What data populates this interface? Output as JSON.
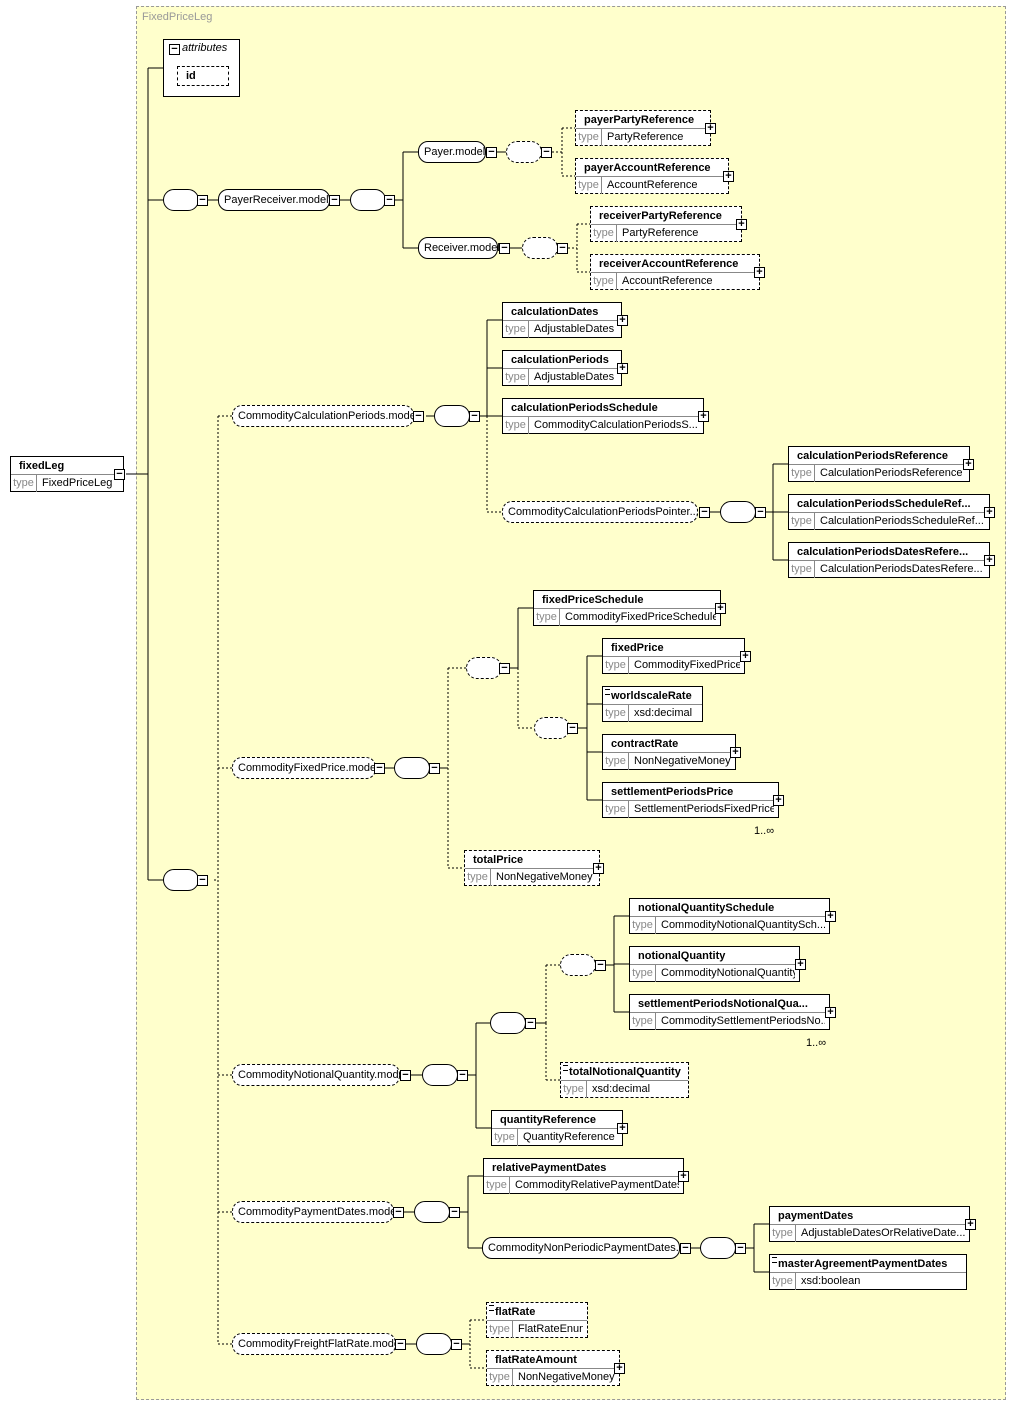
{
  "group_title": "FixedPriceLeg",
  "type_keyword": "type",
  "root": {
    "name": "fixedLeg",
    "type": "FixedPriceLeg"
  },
  "attributes": {
    "label": "attributes",
    "id": "id"
  },
  "groups": {
    "payer_receiver": "PayerReceiver.model",
    "payer": "Payer.model",
    "receiver": "Receiver.model",
    "calc_periods": "CommodityCalculationPeriods.model",
    "calc_pointer": "CommodityCalculationPeriodsPointer....",
    "fixed_price": "CommodityFixedPrice.model",
    "notional": "CommodityNotionalQuantity.model",
    "payment_dates": "CommodityPaymentDates.model",
    "non_periodic": "CommodityNonPeriodicPaymentDates....",
    "freight": "CommodityFreightFlatRate.model"
  },
  "elements": {
    "payerPartyReference": {
      "name": "payerPartyReference",
      "type": "PartyReference"
    },
    "payerAccountReference": {
      "name": "payerAccountReference",
      "type": "AccountReference"
    },
    "receiverPartyReference": {
      "name": "receiverPartyReference",
      "type": "PartyReference"
    },
    "receiverAccountReference": {
      "name": "receiverAccountReference",
      "type": "AccountReference"
    },
    "calculationDates": {
      "name": "calculationDates",
      "type": "AdjustableDates"
    },
    "calculationPeriods": {
      "name": "calculationPeriods",
      "type": "AdjustableDates"
    },
    "calculationPeriodsSchedule": {
      "name": "calculationPeriodsSchedule",
      "type": "CommodityCalculationPeriodsS..."
    },
    "calculationPeriodsReference": {
      "name": "calculationPeriodsReference",
      "type": "CalculationPeriodsReference"
    },
    "calculationPeriodsScheduleRef": {
      "name": "calculationPeriodsScheduleRef...",
      "type": "CalculationPeriodsScheduleRef..."
    },
    "calculationPeriodsDatesRef": {
      "name": "calculationPeriodsDatesRefere...",
      "type": "CalculationPeriodsDatesRefere..."
    },
    "fixedPriceSchedule": {
      "name": "fixedPriceSchedule",
      "type": "CommodityFixedPriceSchedule"
    },
    "fixedPrice": {
      "name": "fixedPrice",
      "type": "CommodityFixedPrice"
    },
    "worldscaleRate": {
      "name": "worldscaleRate",
      "type": "xsd:decimal"
    },
    "contractRate": {
      "name": "contractRate",
      "type": "NonNegativeMoney"
    },
    "settlementPeriodsPrice": {
      "name": "settlementPeriodsPrice",
      "type": "SettlementPeriodsFixedPrice"
    },
    "totalPrice": {
      "name": "totalPrice",
      "type": "NonNegativeMoney"
    },
    "notionalQuantitySchedule": {
      "name": "notionalQuantitySchedule",
      "type": "CommodityNotionalQuantitySch..."
    },
    "notionalQuantity": {
      "name": "notionalQuantity",
      "type": "CommodityNotionalQuantity"
    },
    "settlementPeriodsNotionalQuantity": {
      "name": "settlementPeriodsNotionalQua...",
      "type": "CommoditySettlementPeriodsNo..."
    },
    "totalNotionalQuantity": {
      "name": "totalNotionalQuantity",
      "type": "xsd:decimal"
    },
    "quantityReference": {
      "name": "quantityReference",
      "type": "QuantityReference"
    },
    "relativePaymentDates": {
      "name": "relativePaymentDates",
      "type": "CommodityRelativePaymentDates"
    },
    "paymentDates": {
      "name": "paymentDates",
      "type": "AdjustableDatesOrRelativeDate..."
    },
    "masterAgreementPaymentDates": {
      "name": "masterAgreementPaymentDates",
      "type": "xsd:boolean"
    },
    "flatRate": {
      "name": "flatRate",
      "type": "FlatRateEnum"
    },
    "flatRateAmount": {
      "name": "flatRateAmount",
      "type": "NonNegativeMoney"
    }
  },
  "occurrences": {
    "settlementPeriodsPrice": "1..∞",
    "settlementPeriodsNotionalQuantity": "1..∞"
  },
  "toggle_symbols": {
    "collapse": "−",
    "expand": "+"
  }
}
